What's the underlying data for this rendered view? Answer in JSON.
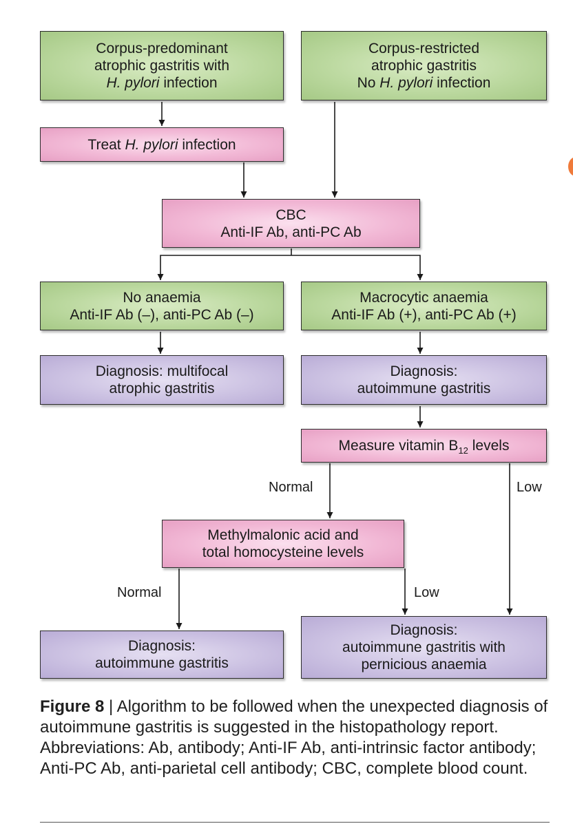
{
  "diagram": {
    "nodes": {
      "corpus_predominant": [
        "Corpus-predominant",
        "atrophic gastritis with",
        "H. pylori infection"
      ],
      "corpus_restricted": [
        "Corpus-restricted",
        "atrophic gastritis",
        "No H. pylori infection"
      ],
      "treat_hpylori": "Treat H. pylori infection",
      "cbc": [
        "CBC",
        "Anti-IF Ab, anti-PC Ab"
      ],
      "no_anaemia": [
        "No anaemia",
        "Anti-IF Ab (–), anti-PC Ab (–)"
      ],
      "macrocytic_anaemia": [
        "Macrocytic anaemia",
        "Anti-IF Ab (+), anti-PC Ab (+)"
      ],
      "dx_multifocal": [
        "Diagnosis: multifocal",
        "atrophic gastritis"
      ],
      "dx_autoimmune": [
        "Diagnosis:",
        "autoimmune gastritis"
      ],
      "measure_b12": {
        "before": "Measure vitamin B",
        "sub": "12",
        "after": " levels"
      },
      "methylmalonic": [
        "Methylmalonic acid and",
        "total homocysteine levels"
      ],
      "dx_autoimmune_2": [
        "Diagnosis:",
        "autoimmune gastritis"
      ],
      "dx_pernicious": [
        "Diagnosis:",
        "autoimmune gastritis with",
        "pernicious anaemia"
      ]
    },
    "edge_labels": {
      "b12_normal": "Normal",
      "b12_low": "Low",
      "mma_normal": "Normal",
      "mma_low": "Low"
    },
    "colors": {
      "green": "#bcd9a0",
      "pink": "#f2b9d6",
      "purple": "#cdc3e3",
      "accent_orange": "#ef7a3a"
    }
  },
  "caption": {
    "label": "Figure 8",
    "separator": " | ",
    "text": "Algorithm to be followed when the unexpected diagnosis of autoimmune gastritis is suggested in the histopathology report. Abbreviations: Ab, antibody; Anti-IF Ab, anti-intrinsic factor antibody; Anti-PC Ab, anti-parietal cell antibody; CBC, complete blood count."
  }
}
